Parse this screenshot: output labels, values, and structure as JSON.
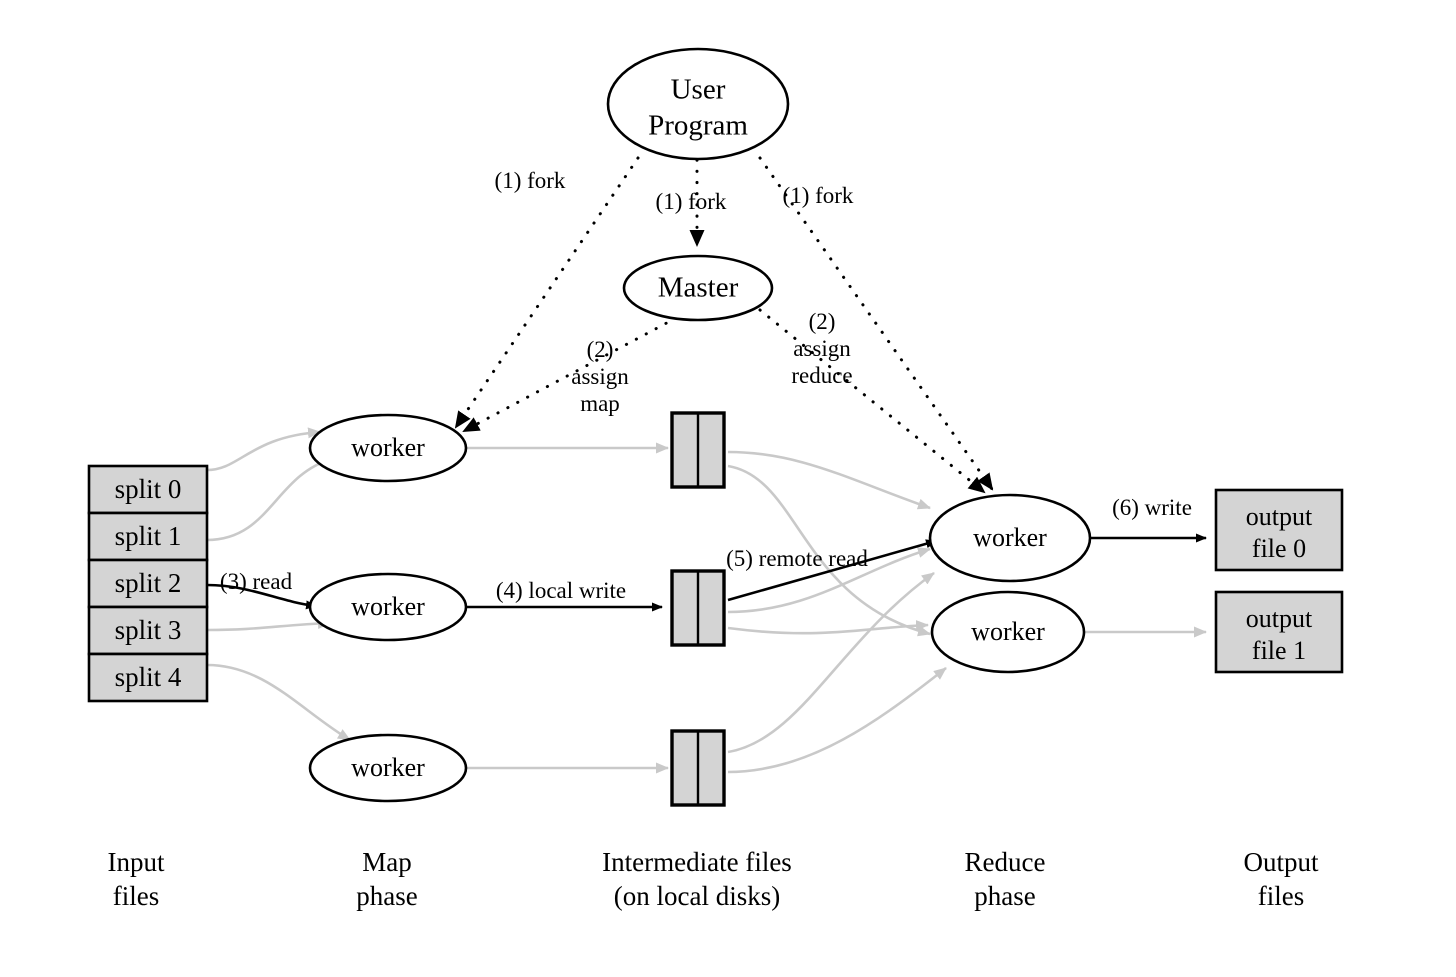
{
  "diagram": {
    "title": "MapReduce Execution Overview",
    "colors": {
      "box_fill": "#d4d4d4",
      "stroke": "#000000",
      "light_edge": "#c9c9c9",
      "background": "#ffffff"
    },
    "nodes": {
      "user_program": {
        "label_line1": "User",
        "label_line2": "Program"
      },
      "master": {
        "label": "Master"
      },
      "map_workers": [
        {
          "label": "worker"
        },
        {
          "label": "worker"
        },
        {
          "label": "worker"
        }
      ],
      "reduce_workers": [
        {
          "label": "worker"
        },
        {
          "label": "worker"
        }
      ],
      "input_splits": [
        {
          "label": "split 0"
        },
        {
          "label": "split 1"
        },
        {
          "label": "split 2"
        },
        {
          "label": "split 3"
        },
        {
          "label": "split 4"
        }
      ],
      "intermediate_files": [
        {
          "label": ""
        },
        {
          "label": ""
        },
        {
          "label": ""
        }
      ],
      "output_files": [
        {
          "label_line1": "output",
          "label_line2": "file 0"
        },
        {
          "label_line1": "output",
          "label_line2": "file 1"
        }
      ]
    },
    "edge_labels": {
      "fork_left": "(1) fork",
      "fork_center": "(1) fork",
      "fork_right": "(1) fork",
      "assign_map_line1": "(2)",
      "assign_map_line2": "assign",
      "assign_map_line3": "map",
      "assign_reduce_line1": "(2)",
      "assign_reduce_line2": "assign",
      "assign_reduce_line3": "reduce",
      "read": "(3) read",
      "local_write": "(4) local write",
      "remote_read": "(5) remote read",
      "write": "(6) write"
    },
    "captions": [
      {
        "line1": "Input",
        "line2": "files"
      },
      {
        "line1": "Map",
        "line2": "phase"
      },
      {
        "line1": "Intermediate files",
        "line2": "(on local disks)"
      },
      {
        "line1": "Reduce",
        "line2": "phase"
      },
      {
        "line1": "Output",
        "line2": "files"
      }
    ]
  }
}
